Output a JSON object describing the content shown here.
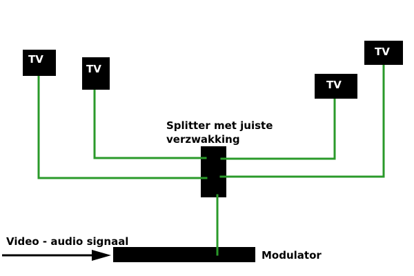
{
  "diagram": {
    "tvs": [
      {
        "label": "TV"
      },
      {
        "label": "TV"
      },
      {
        "label": "TV"
      },
      {
        "label": "TV"
      }
    ],
    "splitter": {
      "caption_line1": "Splitter met juiste",
      "caption_line2": "verzwakking"
    },
    "modulator": {
      "label": "Modulator"
    },
    "input": {
      "label": "Video - audio signaal"
    },
    "colors": {
      "wire": "#2a9a2a",
      "box": "#000000",
      "box_text": "#ffffff",
      "text": "#000000"
    }
  }
}
